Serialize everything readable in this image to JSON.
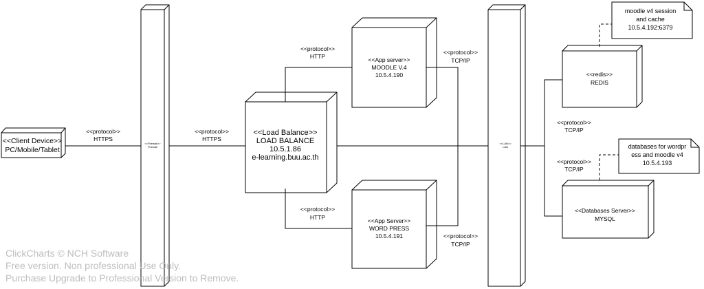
{
  "nodes": {
    "client": {
      "stereotype": "<<Client Device>>",
      "name": "PC/Mobile/Tablet"
    },
    "firewall": {
      "stereotype": "<<Firewall>>",
      "name": "Firewall"
    },
    "load_balance": {
      "stereotype": "<<Load Balance>>",
      "name": "LOAD BALANCE",
      "ip": "10.5.1.86",
      "host": "e-learning.buu.ac.th"
    },
    "moodle": {
      "stereotype": "<<App server>>",
      "name": "MOODLE V.4",
      "ip": "10.5.4.190"
    },
    "wordpress": {
      "stereotype": "<<App Server>>",
      "name": "WORD PRESS",
      "ip": "10.5.4.191"
    },
    "lan": {
      "stereotype": "<<LAN>>",
      "name": "LAN"
    },
    "redis": {
      "stereotype": "<<redis>>",
      "name": "REDIS"
    },
    "db": {
      "stereotype": "<<Databases Server>>",
      "name": "MYSQL"
    }
  },
  "edges": {
    "client_firewall": {
      "stereotype": "<<protocol>>",
      "label": "HTTPS"
    },
    "firewall_lb": {
      "stereotype": "<<protocol>>",
      "label": "HTTPS"
    },
    "lb_moodle": {
      "stereotype": "<<protocol>>",
      "label": "HTTP"
    },
    "lb_wordpress": {
      "stereotype": "<<protocol>>",
      "label": "HTTP"
    },
    "moodle_lan": {
      "stereotype": "<<protocol>>",
      "label": "TCP/IP"
    },
    "wordpress_lan": {
      "stereotype": "<<protocol>>",
      "label": "TCP/IP"
    },
    "lan_redis": {
      "stereotype": "<<protocol>>",
      "label": "TCP/IP"
    },
    "lan_db": {
      "stereotype": "<<protocol>>",
      "label": "TCP/IP"
    }
  },
  "notes": {
    "redis_note": {
      "line1": "moodle v4 session",
      "line2": "and cache",
      "line3": "10.5.4.192:6379"
    },
    "db_note": {
      "line1": "databases for wordpr",
      "line2": "ess and moodle v4",
      "line3": "10.5.4.193"
    }
  },
  "watermark": {
    "line1": "ClickCharts © NCH Software",
    "line2": "Free version. Non professional Use Only.",
    "line3": "Purchase Upgrade to Professional Version to Remove."
  }
}
